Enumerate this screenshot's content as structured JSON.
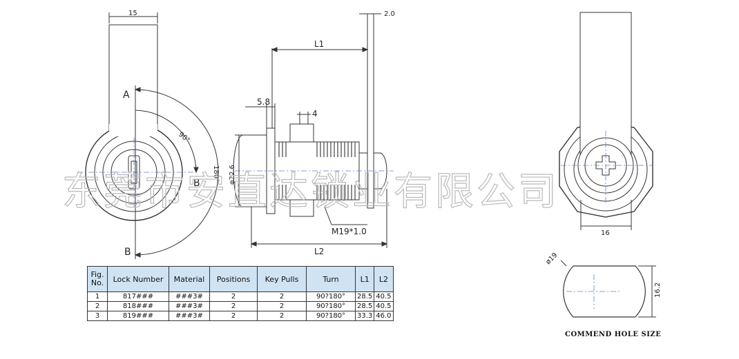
{
  "table": {
    "headers": [
      "Fig.\nNo.",
      "Lock Number",
      "Material",
      "Positions",
      "Key Pulls",
      "Turn",
      "L1",
      "L2"
    ],
    "rows": [
      [
        "1",
        "817###",
        "###3#",
        "2",
        "2",
        "90?180°",
        "28.5",
        "40.5"
      ],
      [
        "2",
        "818###",
        "###3#",
        "2",
        "2",
        "90?180°",
        "28.5",
        "40.5"
      ],
      [
        "3",
        "819###",
        "###3#",
        "2",
        "2",
        "90?180°",
        "33.3",
        "46.0"
      ]
    ]
  },
  "front_view": {
    "dim_top": "15",
    "label_a": "A",
    "label_b_right": "B",
    "label_b_bottom": "B",
    "angle_90": "90°",
    "angle_180": "180°"
  },
  "side_view": {
    "dim_thickness": "2.0",
    "dim_l1": "L1",
    "dim_flange": "5.8",
    "dim_nut": "4",
    "dim_dia": "φ22.6",
    "dim_thread": "M19*1.0",
    "dim_l2": "L2"
  },
  "back_view": {
    "dim_width": "16"
  },
  "hole": {
    "dia": "ø19",
    "height": "16.2",
    "title": "COMMEND HOLE SIZE"
  },
  "watermark": "东莞市安直达锁业有限公司"
}
